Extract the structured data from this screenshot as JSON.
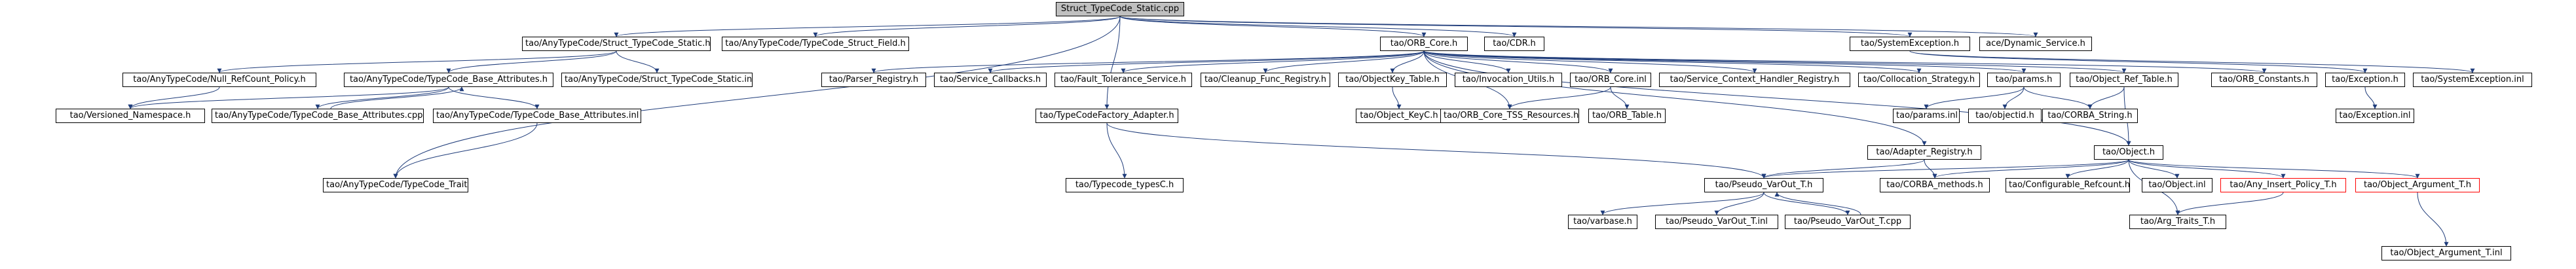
{
  "nodes": {
    "struct_typecode_static_cpp": "Struct_TypeCode_Static.cpp",
    "anytypecode_struct_typecode_static_h": "tao/AnyTypeCode/Struct_TypeCode_Static.h",
    "anytypecode_typecode_struct_field_h": "tao/AnyTypeCode/TypeCode_Struct_Field.h",
    "orb_core_h": "tao/ORB_Core.h",
    "cdr_h": "tao/CDR.h",
    "systemexception_h": "tao/SystemException.h",
    "ace_dynamic_service_h": "ace/Dynamic_Service.h",
    "null_refcount_policy_h": "tao/AnyTypeCode/Null_RefCount_Policy.h",
    "typecode_base_attributes_h": "tao/AnyTypeCode/TypeCode_Base_Attributes.h",
    "struct_typecode_static_inl": "tao/AnyTypeCode/Struct_TypeCode_Static.inl",
    "parser_registry_h": "tao/Parser_Registry.h",
    "service_callbacks_h": "tao/Service_Callbacks.h",
    "fault_tolerance_service_h": "tao/Fault_Tolerance_Service.h",
    "cleanup_func_registry_h": "tao/Cleanup_Func_Registry.h",
    "objectkey_table_h": "tao/ObjectKey_Table.h",
    "invocation_utils_h": "tao/Invocation_Utils.h",
    "orb_core_inl": "tao/ORB_Core.inl",
    "service_context_handler_registry_h": "tao/Service_Context_Handler_Registry.h",
    "collocation_strategy_h": "tao/Collocation_Strategy.h",
    "params_h": "tao/params.h",
    "object_ref_table_h": "tao/Object_Ref_Table.h",
    "orb_constants_h": "tao/ORB_Constants.h",
    "exception_h": "tao/Exception.h",
    "systemexception_inl": "tao/SystemException.inl",
    "versioned_namespace_h": "tao/Versioned_Namespace.h",
    "typecode_base_attributes_cpp": "tao/AnyTypeCode/TypeCode_Base_Attributes.cpp",
    "typecode_base_attributes_inl": "tao/AnyTypeCode/TypeCode_Base_Attributes.inl",
    "typecodefactory_adapter_h": "tao/TypeCodeFactory_Adapter.h",
    "objectkeyc_h": "tao/Object_KeyC.h",
    "orb_core_tss_resources_h": "tao/ORB_Core_TSS_Resources.h",
    "orb_table_h": "tao/ORB_Table.h",
    "params_inl": "tao/params.inl",
    "objectidc_h": "tao/objectid.h",
    "corba_string_h": "tao/CORBA_String.h",
    "adapter_registry_h": "tao/Adapter_Registry.h",
    "object_h": "tao/Object.h",
    "exception_inl": "tao/Exception.inl",
    "typecode_traits_h": "tao/AnyTypeCode/TypeCode_Traits.h",
    "typecode_typesc_h": "tao/Typecode_typesC.h",
    "pseudo_varout_t_h": "tao/Pseudo_VarOut_T.h",
    "corba_methods_h": "tao/CORBA_methods.h",
    "configurable_refcount_h": "tao/Configurable_Refcount.h",
    "object_inl": "tao/Object.inl",
    "any_insert_policy_t_h": "tao/Any_Insert_Policy_T.h",
    "object_argument_t_h": "tao/Object_Argument_T.h",
    "varbase_h": "tao/varbase.h",
    "pseudo_varout_t_inl": "tao/Pseudo_VarOut_T.inl",
    "pseudo_varout_t_cpp": "tao/Pseudo_VarOut_T.cpp",
    "arg_traits_t_h": "tao/Arg_Traits_T.h",
    "object_argument_t_inl": "tao/Object_Argument_T.inl"
  },
  "colors": {
    "root_fill": "#bfbfbf",
    "edge": "#1f3c7a",
    "truncated_border": "#ff0000"
  }
}
